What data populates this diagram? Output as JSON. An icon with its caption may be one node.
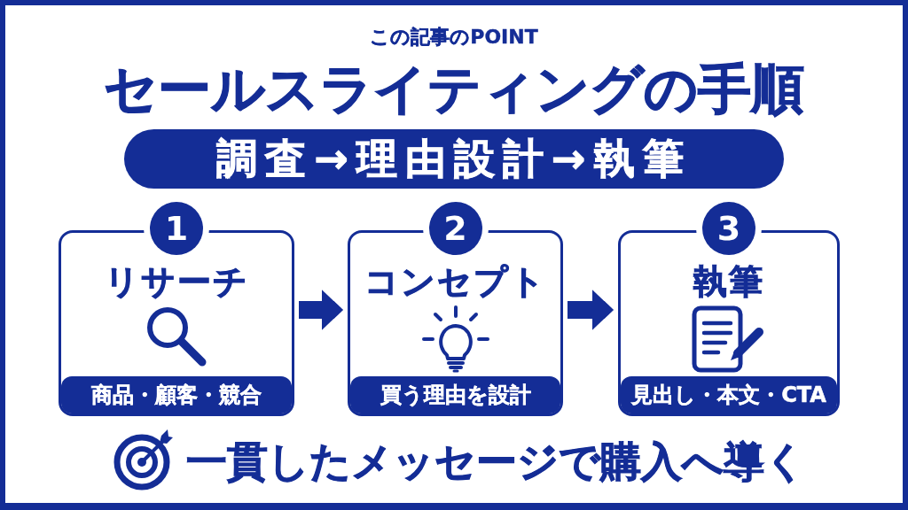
{
  "diagram": {
    "title": "セールスライティングの手順",
    "nodes": [
      {
        "text": [
          "調査→理由設計→執筆"
        ]
      },
      {
        "text": [
          "1",
          "リサーチ",
          "商品・顧客・競合"
        ]
      },
      {
        "text": [
          "2",
          "コンセプト",
          "買う理由を設計"
        ]
      },
      {
        "text": [
          "3",
          "執筆",
          "見出し・本文・CTA"
        ]
      }
    ],
    "edges": [
      {
        "from": 1,
        "to": 2,
        "arrow": "to"
      },
      {
        "from": 2,
        "to": 3,
        "arrow": "to"
      }
    ],
    "labels": [
      "この記事のPOINT",
      "一貫したメッセージで購入へ導く"
    ]
  }
}
